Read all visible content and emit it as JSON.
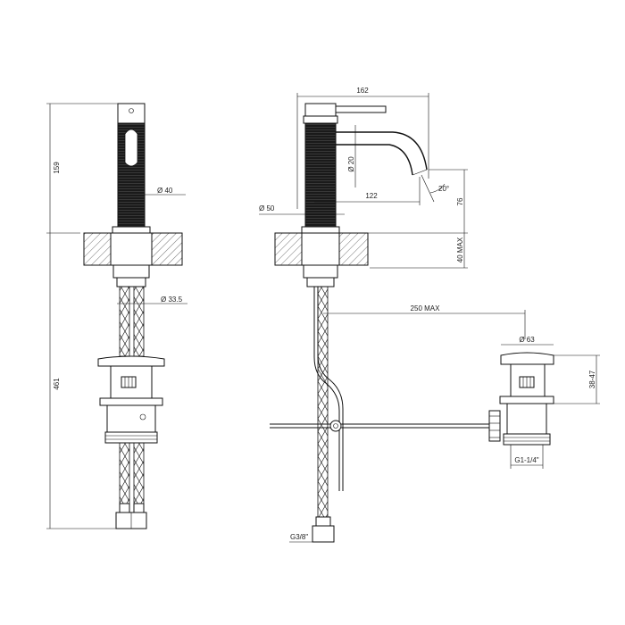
{
  "colors": {
    "ink": "#111111",
    "background": "#ffffff"
  },
  "dimensions": {
    "front_height_top": "159",
    "front_height_total": "461",
    "front_spout_dia": "Ø 40",
    "front_shank_dia": "Ø 33.5",
    "side_width": "162",
    "side_spout_dia": "Ø 20",
    "side_reach": "122",
    "side_angle": "20°",
    "side_base_dia": "Ø 50",
    "side_spout_height": "76",
    "side_deck_max": "40 MAX",
    "side_rod_max": "250 MAX",
    "waste_dia": "Ø 63",
    "waste_height": "38-47",
    "waste_thread": "G1-1/4\"",
    "hose_thread": "G3/8\""
  }
}
